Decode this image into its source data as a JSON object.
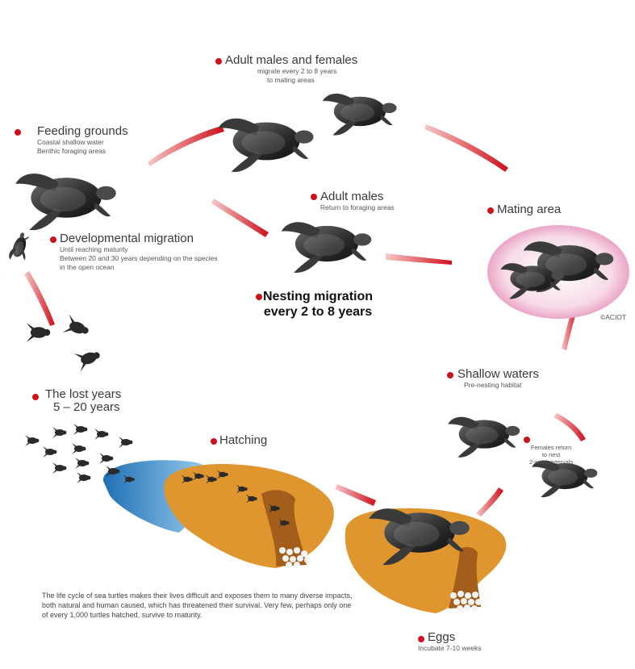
{
  "colors": {
    "accent": "#d0101a",
    "sand": "#e0962e",
    "water": "#2f86c8",
    "mating_bg": "#f4c6dc",
    "turtle_dark": "#2e2e2e"
  },
  "stages": {
    "adult_males_females": {
      "title": "Adult males and females",
      "sub1": "migrate every 2 to 8 years",
      "sub2": "to mating areas"
    },
    "feeding_grounds": {
      "title": "Feeding grounds",
      "sub1": "Coastal shallow water",
      "sub2": "Benthic foraging areas"
    },
    "developmental_migration": {
      "title": "Developmental migration",
      "sub1": "Until reaching maturity",
      "sub2": "Between 20 and 30 years depending on the species",
      "sub3": "in the open ocean"
    },
    "adult_males": {
      "title": "Adult males",
      "sub1": "Return to foraging areas"
    },
    "mating_area": {
      "title": "Mating area",
      "credit": "©ACIOT"
    },
    "nesting_migration": {
      "line1": "Nesting migration",
      "line2": "every 2 to 8 years"
    },
    "shallow_waters": {
      "title": "Shallow waters",
      "sub1": "Pre-nesting habitat"
    },
    "females_return": {
      "line1": "Females return",
      "line2": "to nest",
      "line3": "2-week intervals"
    },
    "lost_years": {
      "line1": "The lost years",
      "line2": "5 – 20 years"
    },
    "hatching": {
      "title": "Hatching"
    },
    "eggs": {
      "title": "Eggs",
      "sub1": "Incubate 7-10 weeks"
    }
  },
  "footnote": "The life cycle of sea turtles makes their lives difficult and exposes them to many diverse impacts, both natural and human caused, which has threatened their survival. Very few, perhaps only one of every 1,000 turtles hatched, survive to maturity."
}
